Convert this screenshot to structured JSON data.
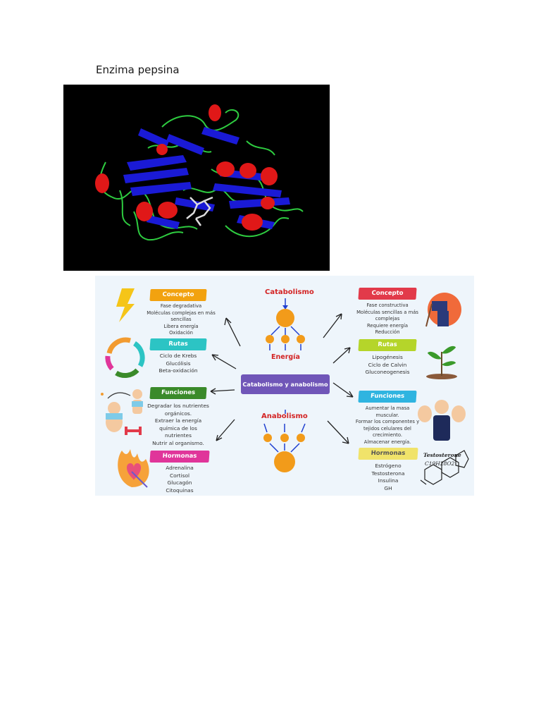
{
  "document": {
    "title": "Enzima pepsina"
  },
  "infographic": {
    "center": "Catabolismo y anabolismo",
    "catabolism_label": "Catabolismo",
    "energy_label": "Energía",
    "anabolism_label": "Anabolismo",
    "left": {
      "concepto": {
        "label": "Concepto",
        "items": [
          "Fase degradativa",
          "Moléculas complejas en más sencillas",
          "Libera energía",
          "Oxidación"
        ]
      },
      "rutas": {
        "label": "Rutas",
        "items": [
          "Ciclo de Krebs",
          "Glucólisis",
          "Beta-oxidación"
        ]
      },
      "funciones": {
        "label": "Funciones",
        "items": [
          "Degradar los nutrientes orgánicos.",
          "Extraer la energía química de los nutrientes",
          "Nutrir al organismo."
        ]
      },
      "hormonas": {
        "label": "Hormonas",
        "items": [
          "Adrenalina",
          "Cortisol",
          "Glucagón",
          "Citoquinas"
        ]
      }
    },
    "right": {
      "concepto": {
        "label": "Concepto",
        "items": [
          "Fase constructiva",
          "Moléculas sencillas a más complejas",
          "Requiere energía",
          "Reducción"
        ]
      },
      "rutas": {
        "label": "Rutas",
        "items": [
          "Lipogénesis",
          "Ciclo de Calvin",
          "Gluconeogenesis"
        ]
      },
      "funciones": {
        "label": "Funciones",
        "items": [
          "Aumentar la masa muscular.",
          "Formar los componentes y tejidos celulares del crecimiento.",
          "Almacenar energía."
        ]
      },
      "hormonas": {
        "label": "Hormonas",
        "items": [
          "Estrógeno",
          "Testosterona",
          "Insulina",
          "GH"
        ]
      }
    },
    "testosterone_label": "Testosterone",
    "testosterone_formula": "C19H28O2",
    "colors": {
      "concepto_left": "#f2a20f",
      "rutas": "#2cc4c4",
      "funciones_left": "#3a8a2a",
      "hormonas": "#e0359a",
      "concepto_right": "#e23a4a",
      "rutas_right": "#b5d52a",
      "funciones_right": "#2fb4e0",
      "hormonas_right": "#f0e36a",
      "center": "#7056b8"
    }
  }
}
